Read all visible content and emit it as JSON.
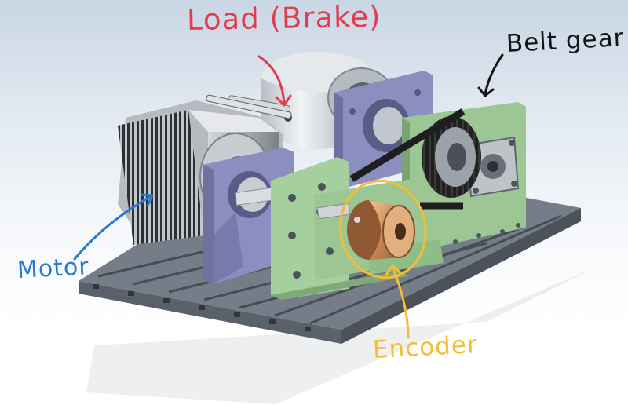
{
  "annotations": {
    "load": {
      "text": "Load (Brake)",
      "color": "#e23c4e"
    },
    "belt_gear": {
      "text": "Belt gear",
      "color": "#141414"
    },
    "motor": {
      "text": "Motor",
      "color": "#2a78d0"
    },
    "encoder": {
      "text": "Encoder",
      "color": "#f4bd33"
    }
  },
  "components": {
    "motor": {
      "name": "motor",
      "color": "#9aa0a6"
    },
    "load_brake": {
      "name": "load-brake",
      "color": "#c8ccd2"
    },
    "motor_bracket": {
      "name": "motor-bracket",
      "color": "#7f84b4"
    },
    "brake_bracket": {
      "name": "brake-bracket",
      "color": "#7f84b4"
    },
    "encoder_plate": {
      "name": "encoder-plate",
      "color": "#9cc794"
    },
    "pulley_plate": {
      "name": "pulley-plate",
      "color": "#9cc794"
    },
    "encoder": {
      "name": "encoder-body",
      "color": "#c98c5a"
    },
    "base_plate": {
      "name": "t-slot-base-plate",
      "color": "#6d7580"
    },
    "belt": {
      "name": "timing-belt",
      "color": "#1e1e1e"
    }
  }
}
